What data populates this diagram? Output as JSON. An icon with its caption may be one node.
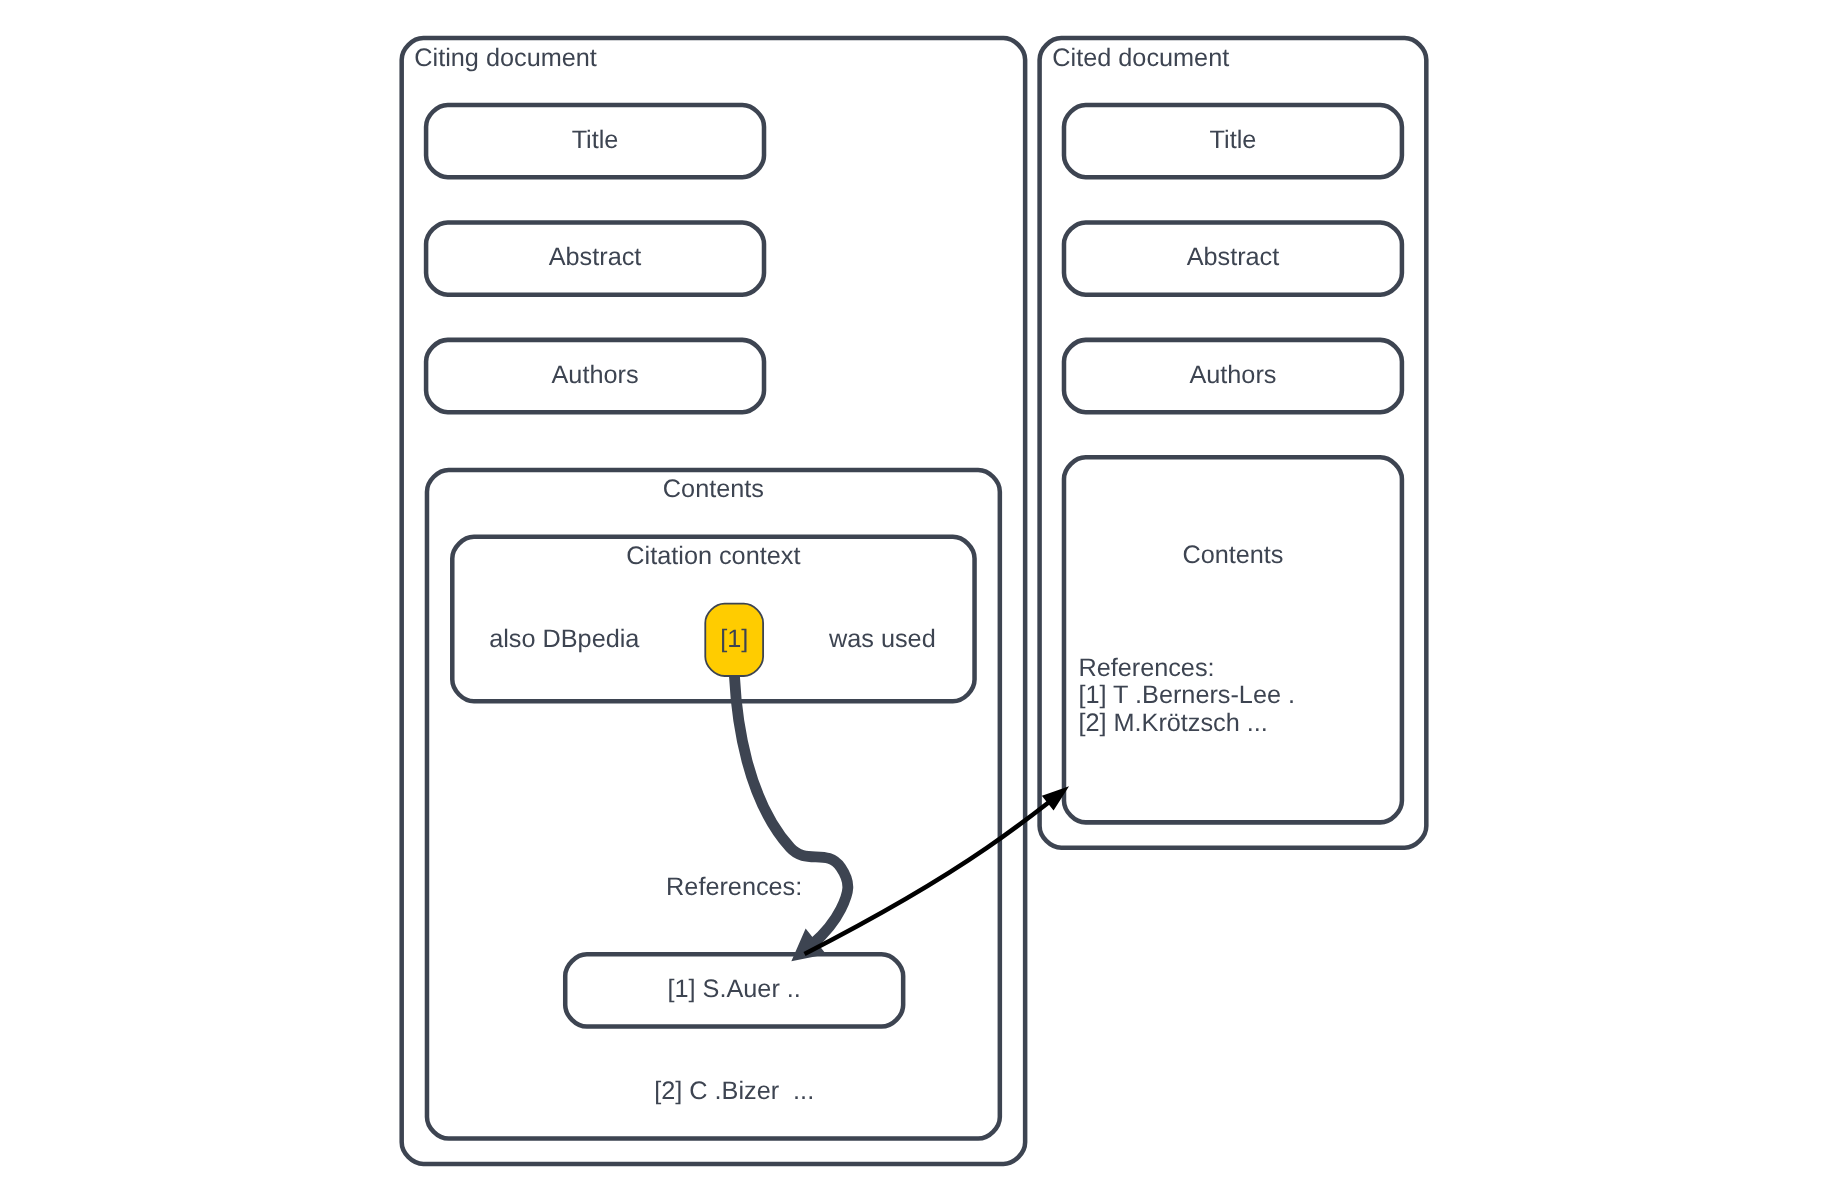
{
  "diagram": {
    "nodes": [
      {
        "text": [
          "Citing document"
        ]
      },
      {
        "text": [
          "Title"
        ],
        "in": 0
      },
      {
        "text": [
          "Abstract"
        ],
        "in": 0
      },
      {
        "text": [
          "Authors"
        ],
        "in": 0
      },
      {
        "text": [
          "Contents",
          "References:",
          "[2] C .Bizer  ..."
        ],
        "in": 0
      },
      {
        "text": [
          "Citation context",
          "also DBpedia",
          "was used"
        ],
        "in": 4
      },
      {
        "text": [
          "[1]"
        ],
        "in": 5
      },
      {
        "text": [
          "[1] S.Auer .."
        ],
        "in": 4
      },
      {
        "text": [
          "Cited document"
        ]
      },
      {
        "text": [
          "Title"
        ],
        "in": 8
      },
      {
        "text": [
          "Abstract"
        ],
        "in": 8
      },
      {
        "text": [
          "Authors"
        ],
        "in": 8
      },
      {
        "text": [
          "Contents",
          "References:",
          "[1] T .Berners-Lee .",
          "[2] M.Krötzsch ..."
        ],
        "in": 8
      }
    ],
    "edges": [
      {
        "from": 6,
        "to": 7,
        "arrow": "to",
        "style": "thick",
        "color": "#3d4451"
      },
      {
        "from": 7,
        "to": 12,
        "arrow": "to"
      }
    ]
  }
}
